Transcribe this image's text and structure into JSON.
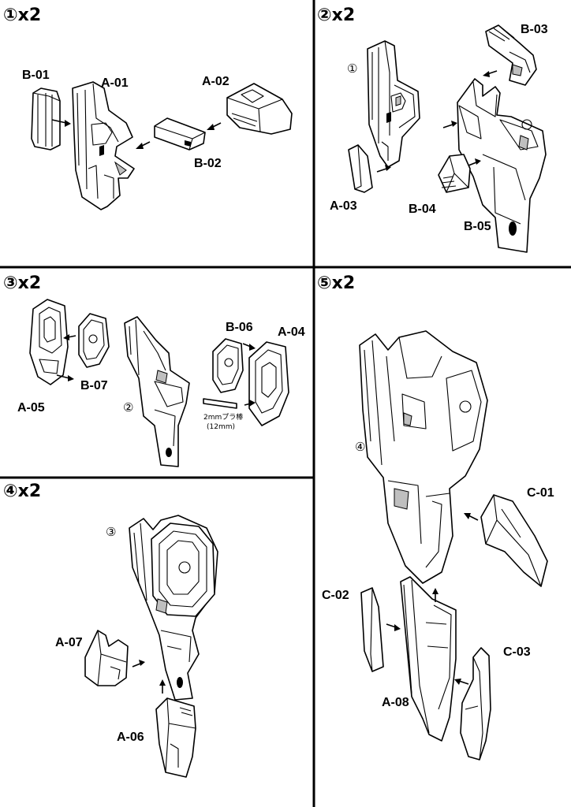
{
  "steps": [
    {
      "marker": "①",
      "count": "x2"
    },
    {
      "marker": "②",
      "count": "x2"
    },
    {
      "marker": "③",
      "count": "x2"
    },
    {
      "marker": "④",
      "count": "x2"
    },
    {
      "marker": "⑤",
      "count": "x2"
    }
  ],
  "labels": {
    "s1": {
      "b01": "B-01",
      "a01": "A-01",
      "a02": "A-02",
      "b02": "B-02"
    },
    "s2": {
      "ref": "①",
      "b03": "B-03",
      "a03": "A-03",
      "b04": "B-04",
      "b05": "B-05"
    },
    "s3": {
      "a05": "A-05",
      "b07": "B-07",
      "ref": "②",
      "b06": "B-06",
      "a04": "A-04",
      "rod_line1": "2mmプラ棒",
      "rod_line2": "(12mm)"
    },
    "s4": {
      "ref": "③",
      "a07": "A-07",
      "a06": "A-06"
    },
    "s5": {
      "ref": "④",
      "c01": "C-01",
      "c02": "C-02",
      "c03": "C-03",
      "a08": "A-08"
    }
  }
}
